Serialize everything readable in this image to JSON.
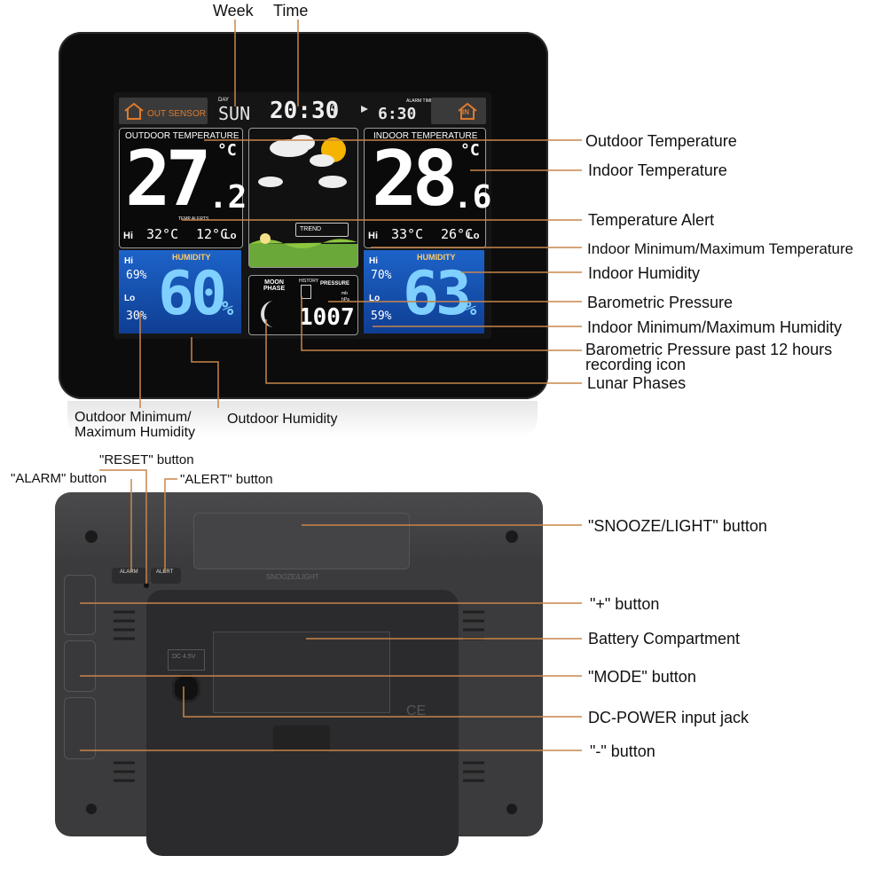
{
  "callouts": {
    "week": "Week",
    "time": "Time",
    "outdoor_temperature": "Outdoor Temperature",
    "indoor_temperature": "Indoor Temperature",
    "temperature_alert": "Temperature Alert",
    "indoor_min_max_temperature": "Indoor Minimum/Maximum Temperature",
    "indoor_humidity": "Indoor Humidity",
    "barometric_pressure": "Barometric Pressure",
    "indoor_min_max_humidity": "Indoor Minimum/Maximum Humidity",
    "pressure_history_line1": "Barometric Pressure past 12 hours",
    "pressure_history_line2": "recording icon",
    "lunar_phases": "Lunar Phases",
    "outdoor_min_max_humidity_line1": "Outdoor Minimum/",
    "outdoor_min_max_humidity_line2": "Maximum Humidity",
    "outdoor_humidity": "Outdoor Humidity",
    "reset_button": "\"RESET\" button",
    "alarm_button": "\"ALARM\" button",
    "alert_button": "\"ALERT\" button",
    "snooze_light_button": "\"SNOOZE/LIGHT\" button",
    "plus_button": "\"+\" button",
    "battery_compartment": "Battery Compartment",
    "mode_button": "\"MODE\" button",
    "dc_power_jack": "DC-POWER input jack",
    "minus_button": "\"-\" button"
  },
  "display": {
    "out_sensor": "OUT SENSOR",
    "day_label": "DAY",
    "day": "SUN",
    "time": "20:30",
    "alarm_label": "ALARM TIME",
    "alarm_time": "6:30",
    "in_label": "IN",
    "outdoor": {
      "title": "OUTDOOR TEMPERATURE",
      "temp_int": "27",
      "temp_dec": ".2",
      "unit": "°C",
      "hi_label": "Hi",
      "hi": "32°C",
      "lo": "12°C",
      "lo_label": "Lo",
      "alert_label": "TEMP ALERTS",
      "humidity_title": "HUMIDITY",
      "humidity": "60",
      "humidity_unit": "%",
      "hum_hi": "69%",
      "hum_lo": "30%"
    },
    "indoor": {
      "title": "INDOOR TEMPERATURE",
      "temp_int": "28",
      "temp_dec": ".6",
      "unit": "°C",
      "hi_label": "Hi",
      "hi": "33°C",
      "lo": "26°C",
      "lo_label": "Lo",
      "humidity_title": "HUMIDITY",
      "humidity": "63",
      "humidity_unit": "%",
      "hum_hi": "70%",
      "hum_lo": "59%"
    },
    "trend_label": "TREND",
    "moon_phase_label": "MOON PHASE",
    "history_label": "HISTORY",
    "pressure_label": "PRESSURE",
    "pressure_value": "1007",
    "pressure_unit_1": "mb",
    "pressure_unit_2": "hPa"
  },
  "back": {
    "alarm_key": "ALARM",
    "alert_key": "ALERT",
    "snooze_text": "SNOOZE/LIGHT",
    "dc_label": "DC 4.5V",
    "ce_mark": "CE"
  },
  "colors": {
    "leader_line": "#c8854a",
    "humidity_blue": "#1d63c9",
    "digit_blue": "#3aa8ff"
  }
}
